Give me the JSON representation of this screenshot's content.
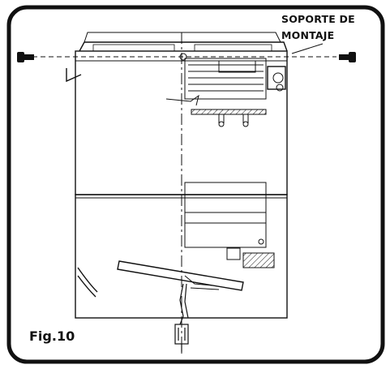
{
  "labels": {
    "mount_line1": "SOPORTE DE",
    "mount_line2": "MONTAJE",
    "figure": "Fig.10"
  },
  "colors": {
    "ink": "#111111",
    "background": "#ffffff"
  }
}
